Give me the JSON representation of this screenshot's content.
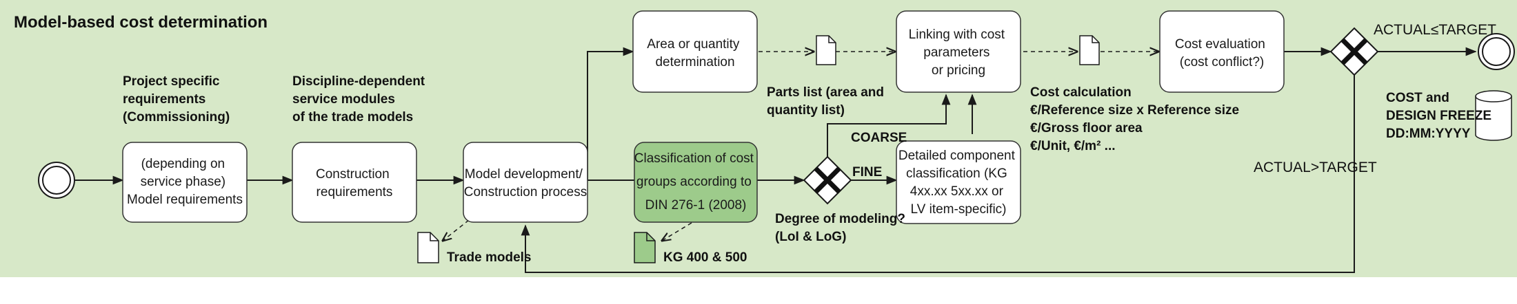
{
  "title": "Model-based cost determination",
  "colors": {
    "band": "#d7e8c8",
    "box_fill": "#ffffff",
    "box_stroke": "#333333",
    "highlight_fill": "#9dcb8b",
    "line": "#1a1a1a"
  },
  "tasks": {
    "model_requirements": [
      "(depending on",
      "service phase)",
      "Model requirements"
    ],
    "construction_requirements": [
      "Construction",
      "requirements"
    ],
    "model_development": [
      "Model development/",
      "Construction process"
    ],
    "classification": [
      "Classification of cost",
      "groups according to",
      "DIN 276-1 (2008)"
    ],
    "area_quantity": [
      "Area or quantity",
      "determination"
    ],
    "linking": [
      "Linking with cost",
      "parameters",
      "or pricing"
    ],
    "detailed_component": [
      "Detailed component",
      "classification (KG",
      "4xx.xx 5xx.xx or",
      "LV item-specific)"
    ],
    "cost_evaluation": [
      "Cost evaluation",
      "(cost conflict?)"
    ]
  },
  "annotations": {
    "project_specific": [
      "Project specific",
      "requirements",
      "(Commissioning)"
    ],
    "discipline": [
      "Discipline-dependent",
      "service modules",
      "of the trade models"
    ],
    "parts_list": [
      "Parts list (area and",
      "quantity list)"
    ],
    "cost_calc": [
      "Cost calculation",
      "€/Reference size x Reference size",
      "€/Gross floor area",
      "€/Unit, €/m² ..."
    ],
    "degree": [
      "Degree of modeling?",
      "(LoI & LoG)"
    ],
    "trade_models": "Trade models",
    "kg": "KG 400 & 500",
    "coarse": "COARSE",
    "fine": "FINE",
    "actual_le_target": "ACTUAL≤TARGET",
    "actual_gt_target": "ACTUAL>TARGET",
    "cost_freeze": [
      "COST and",
      "DESIGN FREEZE",
      "DD:MM:YYYY"
    ]
  }
}
